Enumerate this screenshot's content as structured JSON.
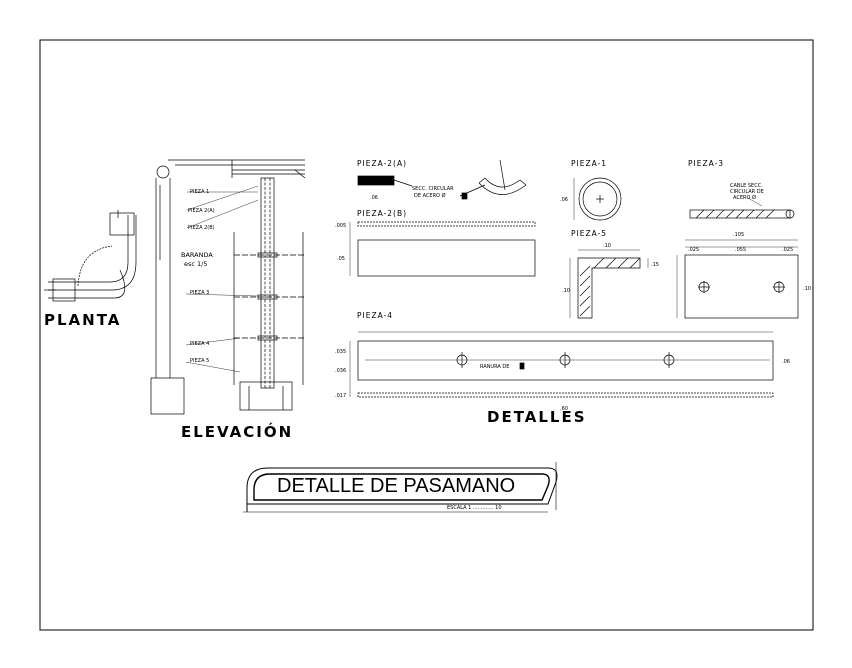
{
  "labels": {
    "planta": "PLANTA",
    "elevacion": "ELEVACIÓN",
    "detalles": "DETALLES",
    "baranda_line1": "BARANDA",
    "baranda_line2": "esc 1/5",
    "pieza_1": "PIEZA-1",
    "pieza_2a": "PIEZA-2(A)",
    "pieza_2b": "PIEZA-2(B)",
    "pieza_3": "PIEZA-3",
    "pieza_4": "PIEZA-4",
    "pieza_5": "PIEZA-5",
    "secc_circular_line1": "SECC. CIRCULAR",
    "secc_circular_line2": "DE ACERO Ø",
    "cable_line1": "CABLE SECC.",
    "cable_line2": "CIRCULAR DE",
    "cable_line3": "ACERO Ø",
    "ranura": "RANURA DE",
    "callout_pieza1": "PIEZA 1",
    "callout_pieza2a": "PIEZA 2(A)",
    "callout_pieza2b": "PIEZA 2(B)",
    "callout_pieza3": "PIEZA 3",
    "callout_pieza4": "PIEZA 4",
    "callout_pieza5": "PIEZA 5"
  },
  "dimensions": {
    "d_005": ".005",
    "d_05": ".05",
    "d_06": ".06",
    "d_10": ".10",
    "d_15": ".15",
    "d_035": ".035",
    "d_036": ".036",
    "d_017": ".017",
    "d_105": ".105",
    "d_025": ".025",
    "d_055": ".055",
    "d_60": ".60"
  },
  "title_block": {
    "title": "DETALLE DE PASAMANO",
    "scale": "ESCALA 1 ............. 10"
  }
}
